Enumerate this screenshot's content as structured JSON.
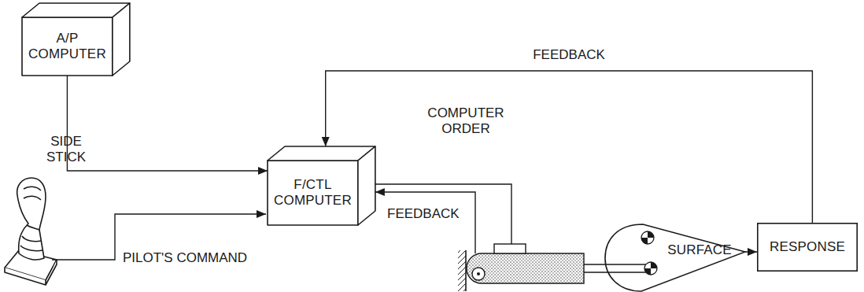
{
  "diagram": {
    "nodes": [
      {
        "text": [
          "A/P COMPUTER"
        ]
      },
      {
        "text": [
          "F/CTL COMPUTER"
        ]
      },
      {
        "text": [
          "SURFACE"
        ]
      },
      {
        "text": [
          "RESPONSE"
        ]
      }
    ],
    "edges": [
      {
        "from": 0,
        "to": 1,
        "arrow": "to"
      },
      {
        "from": 3,
        "to": 1,
        "label": "FEEDBACK",
        "arrow": "to"
      },
      {
        "from": 2,
        "to": 3,
        "arrow": "to"
      }
    ],
    "labels": [
      "SIDE STICK",
      "PILOT'S COMMAND",
      "COMPUTER ORDER",
      "FEEDBACK"
    ]
  }
}
